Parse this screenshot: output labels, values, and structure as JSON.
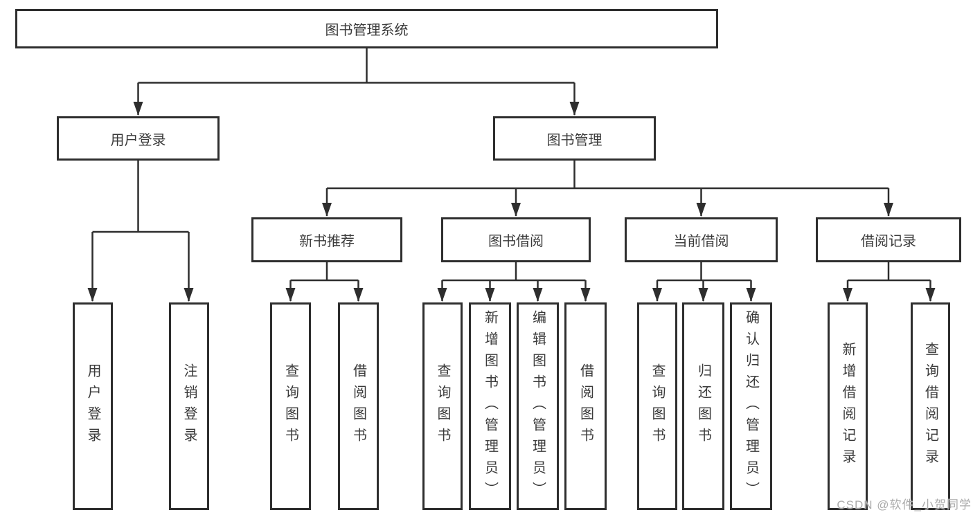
{
  "colors": {
    "background": "#ffffff",
    "line": "#2e2e2e",
    "box_border": "#2e2e2e",
    "text": "#3a3a3a",
    "watermark": "#ababab"
  },
  "tree": {
    "root": {
      "label": "图书管理系统"
    },
    "user_login": {
      "label": "用户登录",
      "children": [
        {
          "label": "用户登录"
        },
        {
          "label": "注销登录"
        }
      ]
    },
    "book_management": {
      "label": "图书管理",
      "sections": [
        {
          "label": "新书推荐",
          "children": [
            {
              "label": "查询图书"
            },
            {
              "label": "借阅图书"
            }
          ]
        },
        {
          "label": "图书借阅",
          "children": [
            {
              "label": "查询图书"
            },
            {
              "label": "新增图书（管理员）"
            },
            {
              "label": "编辑图书（管理员）"
            },
            {
              "label": "借阅图书"
            }
          ]
        },
        {
          "label": "当前借阅",
          "children": [
            {
              "label": "查询图书"
            },
            {
              "label": "归还图书"
            },
            {
              "label": "确认归还（管理员）"
            }
          ]
        },
        {
          "label": "借阅记录",
          "children": [
            {
              "label": "新增借阅记录"
            },
            {
              "label": "查询借阅记录"
            }
          ]
        }
      ]
    }
  },
  "watermark": {
    "label": "CSDN @软件_小贺同学"
  }
}
